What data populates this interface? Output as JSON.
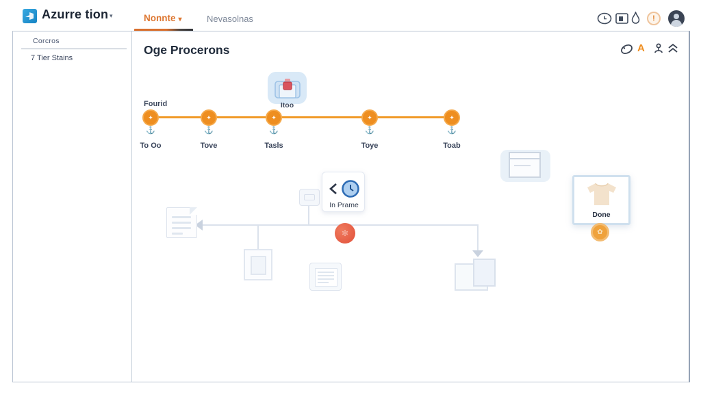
{
  "header": {
    "brand": "Azurre tion",
    "logo_icon": "azure-devops-logo",
    "tabs": [
      {
        "label": "Nonnte",
        "active": true
      },
      {
        "label": "Nevasolnas",
        "active": false
      }
    ],
    "right_icons": [
      "clock-pill-icon",
      "window-icon",
      "drop-icon",
      "alert-icon",
      "user-avatar"
    ],
    "alert_glyph": "!"
  },
  "sidebar": {
    "section_title": "Corcros",
    "items": [
      {
        "label": "7 Tier Stains"
      }
    ]
  },
  "main": {
    "title": "Oge Procerons",
    "toolbar_icons": [
      "tag-icon",
      "filter-a-icon",
      "person-icon",
      "collapse-icon"
    ],
    "timeline": {
      "start_label": "Fourid",
      "illustration_label": "Itoo",
      "stages": [
        "To Oo",
        "Tove",
        "Tasls",
        "Toye",
        "Toab"
      ]
    },
    "flow": {
      "in_progress_label": "In Prame",
      "done_label": "Done"
    }
  },
  "colors": {
    "accent_orange": "#ee8e20",
    "timeline_line": "#f09a28",
    "tab_active": "#dd7630",
    "flow_gray": "#dbe2ec",
    "in_progress_blue": "#2f6db5",
    "alert_red": "#e2503a",
    "done_border": "#cfe0ee",
    "text_dark": "#1f2a3a"
  }
}
